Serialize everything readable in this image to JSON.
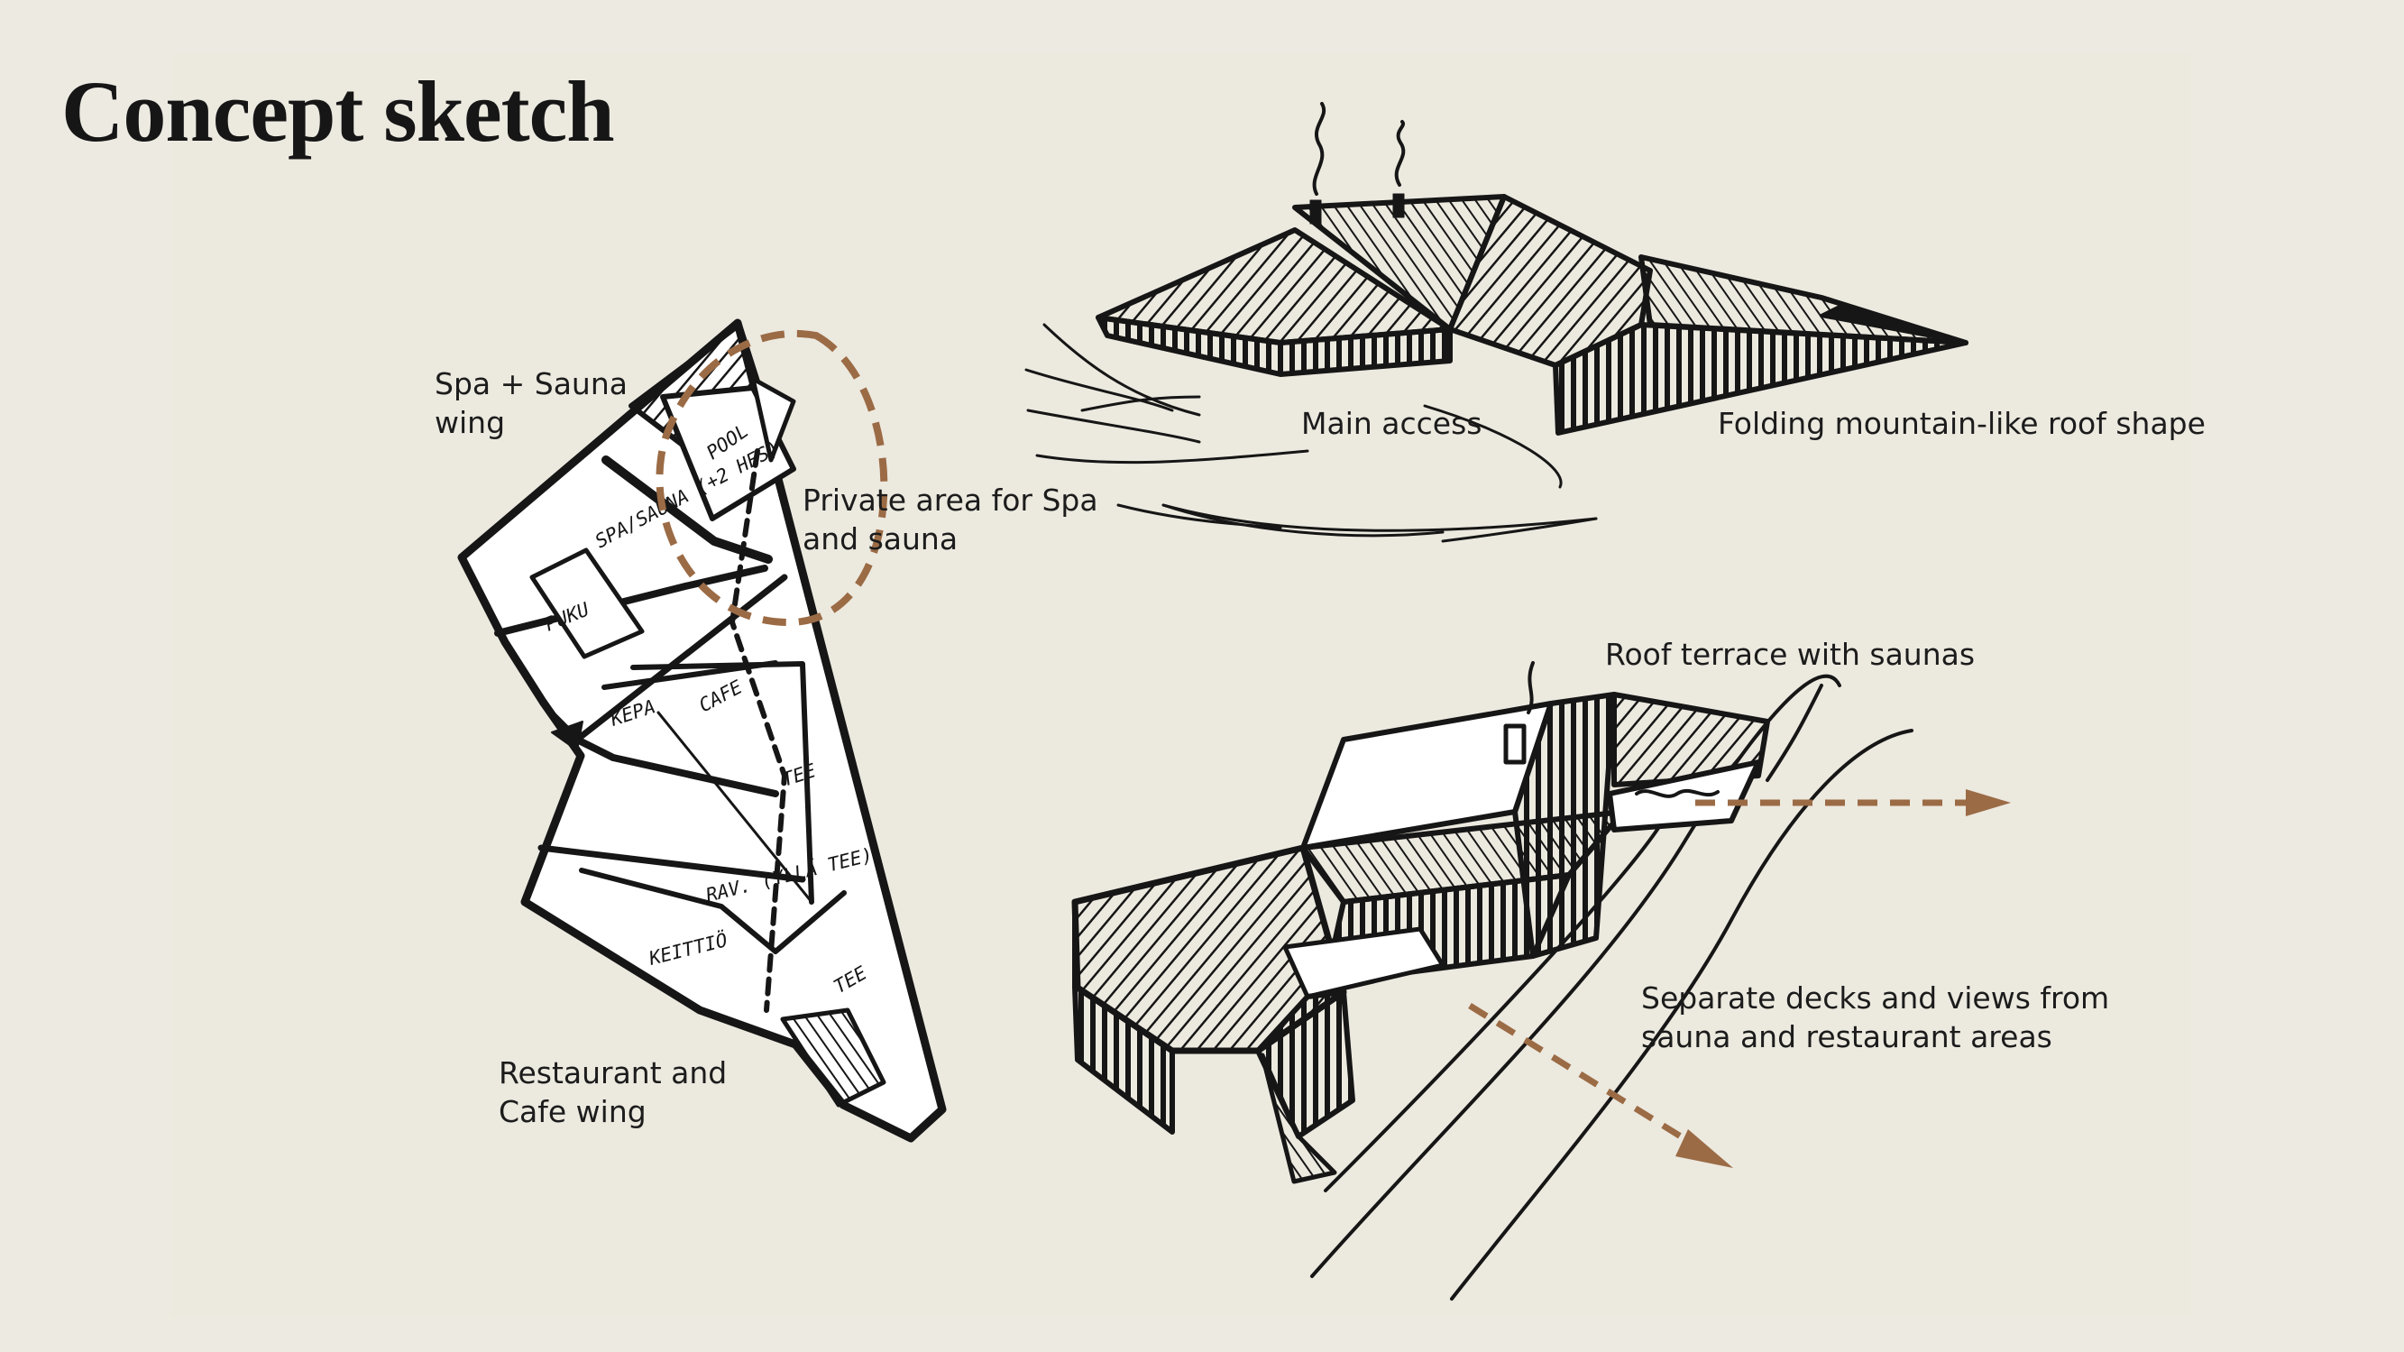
{
  "page": {
    "title": "Concept sketch"
  },
  "annotations": {
    "spa_wing": [
      "Spa + Sauna",
      "wing"
    ],
    "private_area": [
      "Private area for Spa",
      "and sauna"
    ],
    "restaurant_wing": [
      "Restaurant and",
      "Cafe wing"
    ],
    "main_access": "Main access",
    "roof_shape": "Folding mountain-like roof shape",
    "roof_terrace": "Roof terrace with saunas",
    "decks_views": [
      "Separate decks and views from",
      "sauna and restaurant areas"
    ]
  },
  "plan_room_labels": [
    "POOL",
    "SPA/SAUNA (+2 HES)",
    "PUKU",
    "KEPA",
    "CAFE",
    "TEE",
    "RAV. (YLLÄ TEE)",
    "KEITTIÖ",
    "TEE"
  ],
  "colors": {
    "background": "#edeae1",
    "ink": "#161616",
    "accent": "#9b6b45"
  }
}
